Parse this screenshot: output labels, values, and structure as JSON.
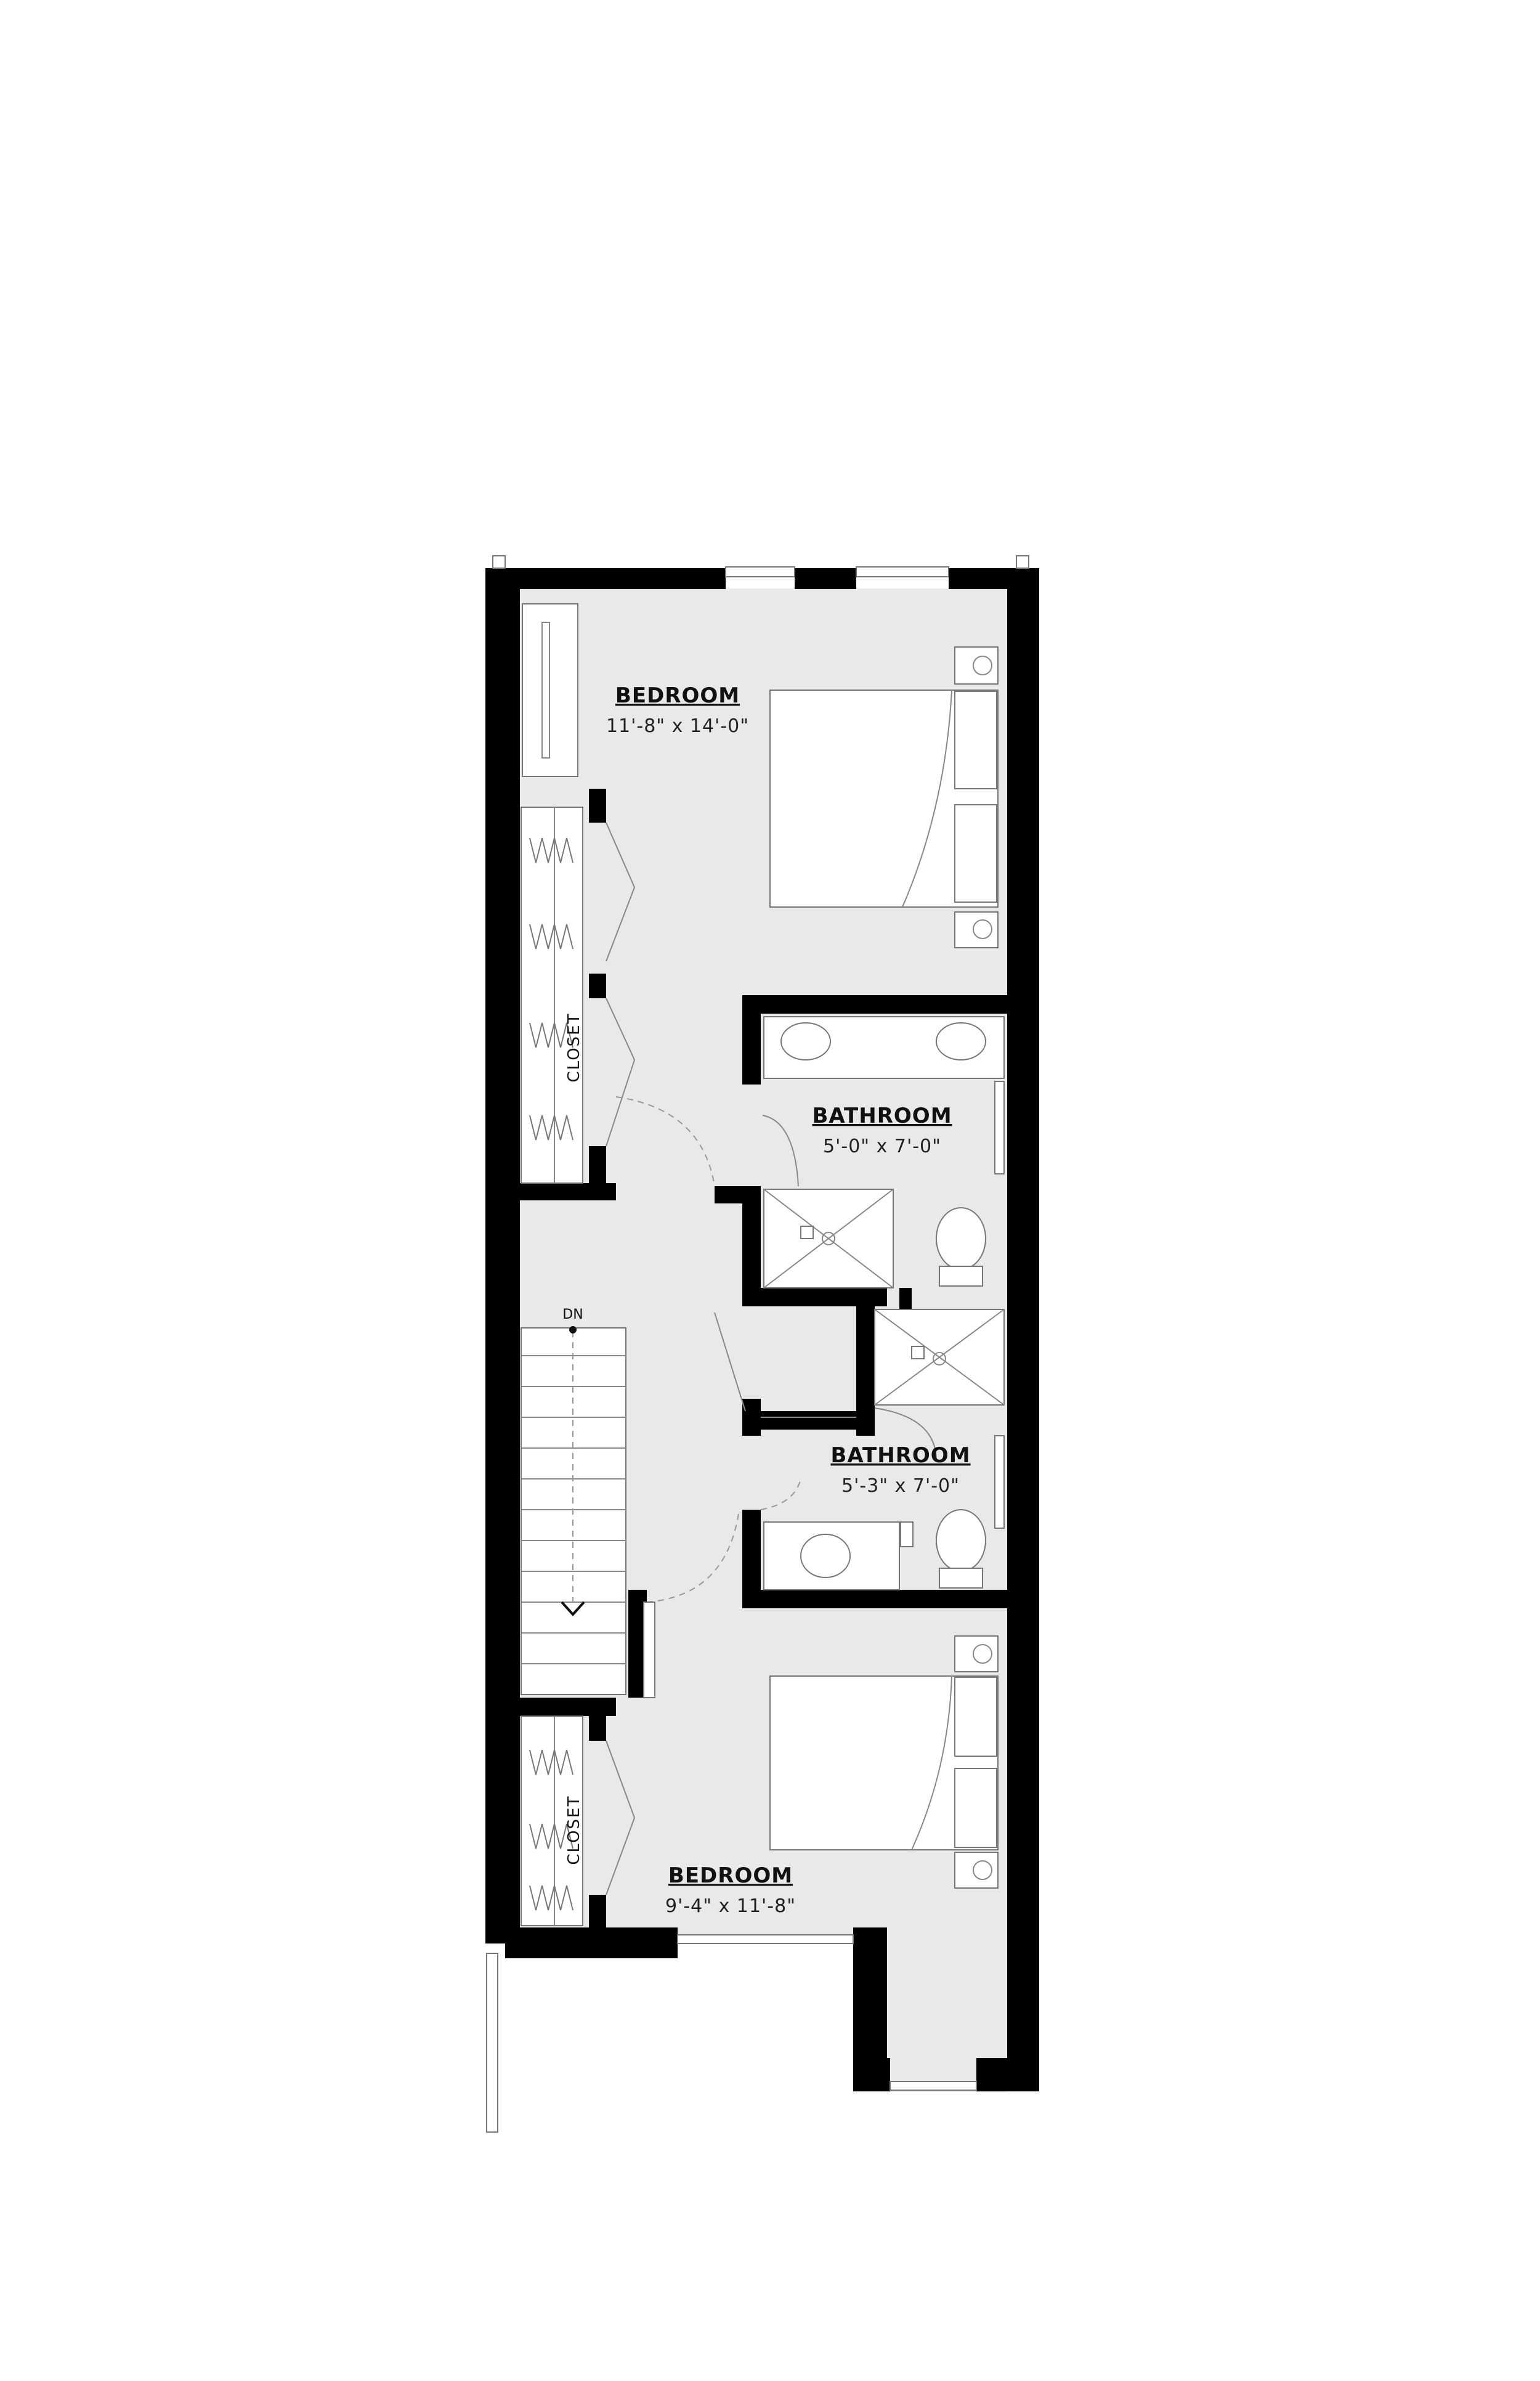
{
  "rooms": {
    "bedroom_top": {
      "title": "BEDROOM",
      "dimensions": "11'-8\" x 14'-0\""
    },
    "bathroom_one": {
      "title": "BATHROOM",
      "dimensions": "5'-0\" x 7'-0\""
    },
    "bathroom_two": {
      "title": "BATHROOM",
      "dimensions": "5'-3\" x 7'-0\""
    },
    "bedroom_bottom": {
      "title": "BEDROOM",
      "dimensions": "9'-4\" x 11'-8\""
    }
  },
  "closets": {
    "upper": "CLOSET",
    "lower": "CLOSET"
  },
  "stairs": {
    "direction_label": "DN"
  },
  "colors": {
    "wall": "#000000",
    "floor": "#e9e9e9",
    "fixture": "#ffffff"
  }
}
